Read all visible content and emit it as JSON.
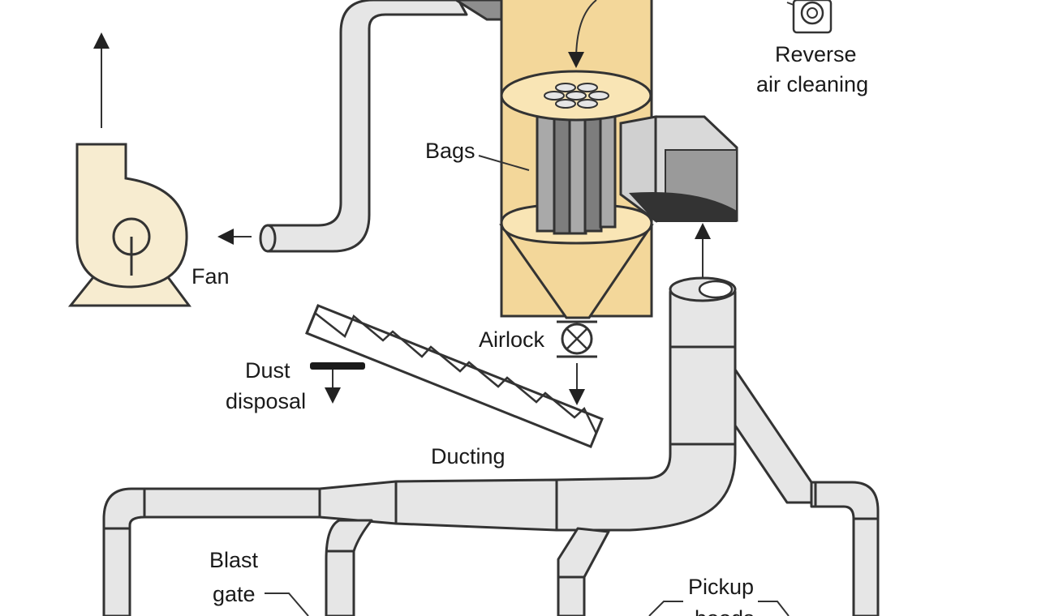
{
  "labels": {
    "reverse": "Reverse",
    "air_cleaning": "air cleaning",
    "bags": "Bags",
    "fan": "Fan",
    "airlock": "Airlock",
    "dust": "Dust",
    "disposal": "disposal",
    "ducting": "Ducting",
    "blast": "Blast",
    "gate": "gate",
    "pickup": "Pickup",
    "hoods": "hoods"
  },
  "colors": {
    "housing": "#f3d79a",
    "fan_body": "#f7ecd0",
    "duct": "#e6e6e6",
    "bag": "#a9a9a9"
  }
}
